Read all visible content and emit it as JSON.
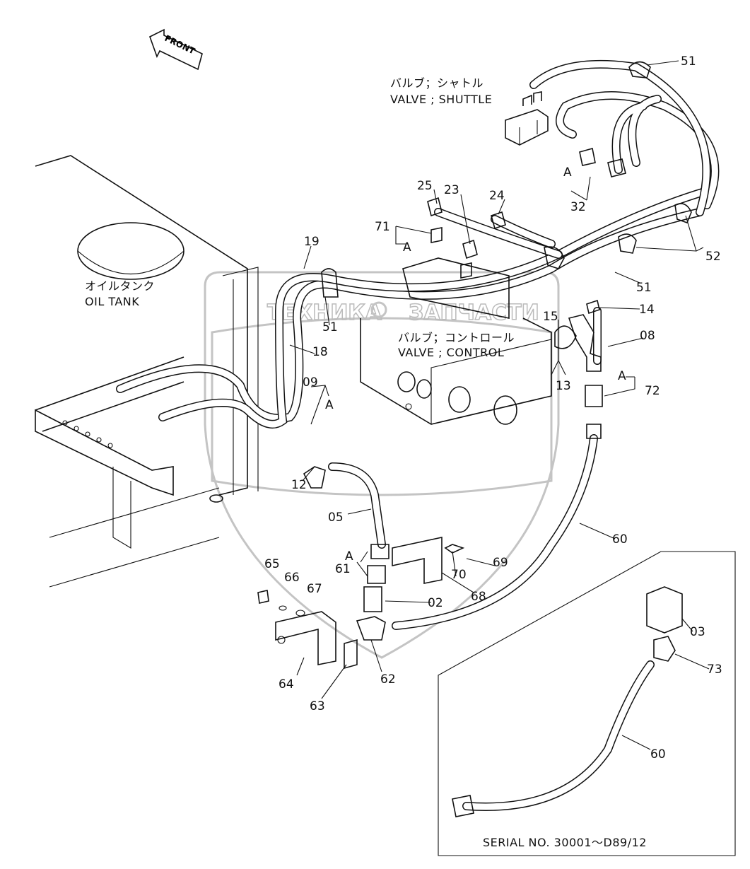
{
  "front_arrow": {
    "label": "FRONT"
  },
  "captions": {
    "shuttle_valve_jp": "バルブ；シャトル",
    "shuttle_valve_en": "VALVE ; SHUTTLE",
    "oil_tank_jp": "オイルタンク",
    "oil_tank_en": "OIL TANK",
    "control_valve_jp": "バルブ；コントロール",
    "control_valve_en": "VALVE ; CONTROL",
    "serial": "SERIAL NO. 30001～D89/12"
  },
  "watermark": {
    "left": "ТЕХНИКА",
    "right": "ЗАПЧАСТИ",
    "logo": "спф"
  },
  "callouts": [
    "51",
    "25",
    "23",
    "24",
    "71",
    "A",
    "19",
    "51",
    "52",
    "14",
    "15",
    "08",
    "13",
    "A",
    "72",
    "51",
    "18",
    "09",
    "A",
    "12",
    "05",
    "A",
    "61",
    "65",
    "66",
    "67",
    "02",
    "68",
    "70",
    "69",
    "60",
    "64",
    "63",
    "62",
    "03",
    "73",
    "60",
    "32",
    "A"
  ]
}
